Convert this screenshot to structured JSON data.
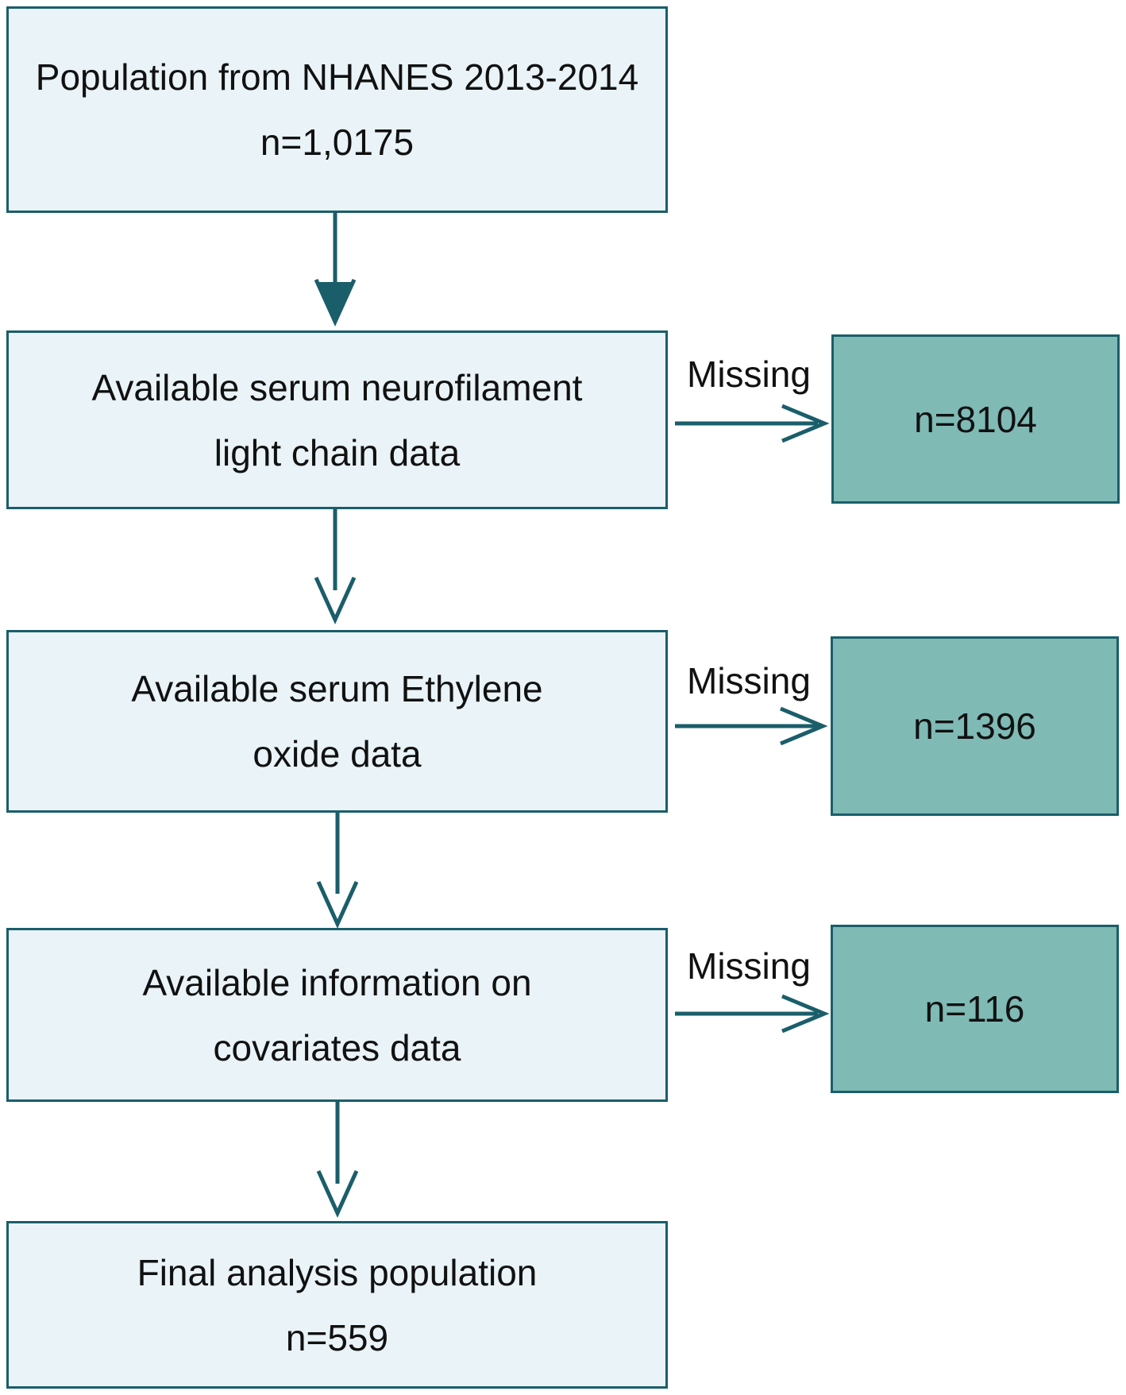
{
  "colors": {
    "main_box_fill": "#e9f3f8",
    "excluded_box_fill": "#7fbab5",
    "border_and_arrows": "#1a5e6a"
  },
  "steps": [
    {
      "lines": [
        "Population from NHANES 2013-2014",
        "n=1,0175"
      ]
    },
    {
      "lines": [
        "Available serum neurofilament",
        "light chain data"
      ]
    },
    {
      "lines": [
        "Available serum Ethylene",
        "oxide data"
      ]
    },
    {
      "lines": [
        "Available information on",
        "covariates data"
      ]
    },
    {
      "lines": [
        "Final analysis population",
        "n=559"
      ]
    }
  ],
  "exclusions": [
    {
      "label": "Missing",
      "count": "n=8104"
    },
    {
      "label": "Missing",
      "count": "n=1396"
    },
    {
      "label": "Missing",
      "count": "n=116"
    }
  ]
}
